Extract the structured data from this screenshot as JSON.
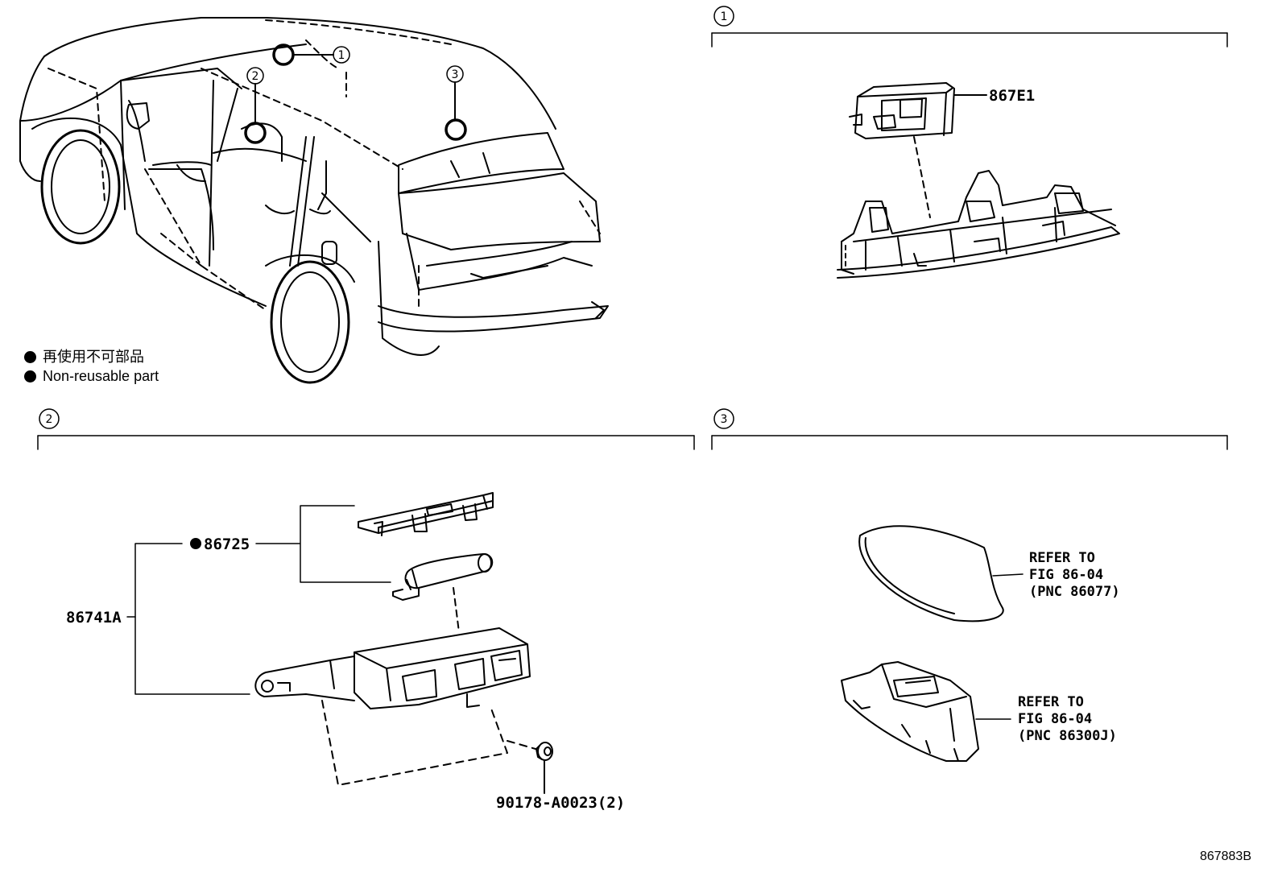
{
  "legend": {
    "jp": "再使用不可部品",
    "en": "Non-reusable part"
  },
  "sections": {
    "s1": "1",
    "s2": "2",
    "s3": "3"
  },
  "callouts": {
    "c1": "1",
    "c2": "2",
    "c3": "3"
  },
  "parts": {
    "p867E1": "867E1",
    "p86725": "86725",
    "p86741A": "86741A",
    "p90178": "90178-A0023(2)"
  },
  "refs": [
    [
      "REFER TO",
      "FIG 86-04",
      "(PNC 86077)"
    ],
    [
      "REFER TO",
      "FIG 86-04",
      "(PNC 86300J)"
    ]
  ],
  "diagram_id": "867883B"
}
